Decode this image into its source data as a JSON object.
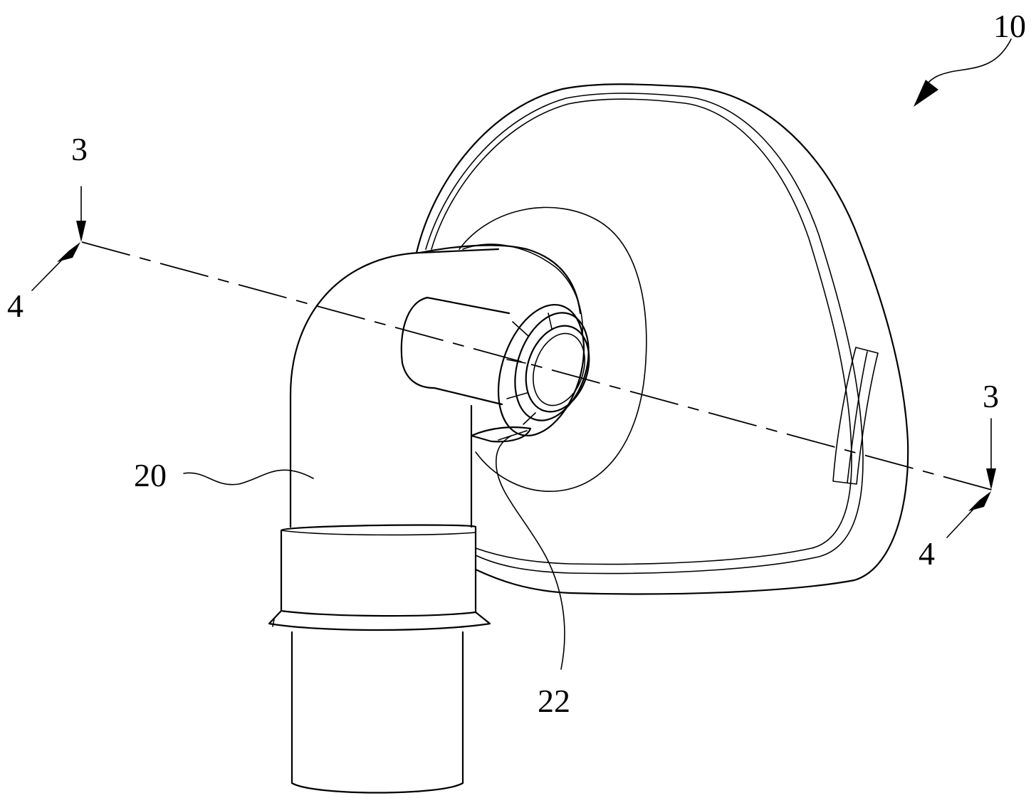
{
  "labels": {
    "assembly": "10",
    "elbow": "20",
    "port": "22",
    "section_top_left": "3",
    "section_side_left": "4",
    "section_top_right": "3",
    "section_side_right": "4"
  }
}
